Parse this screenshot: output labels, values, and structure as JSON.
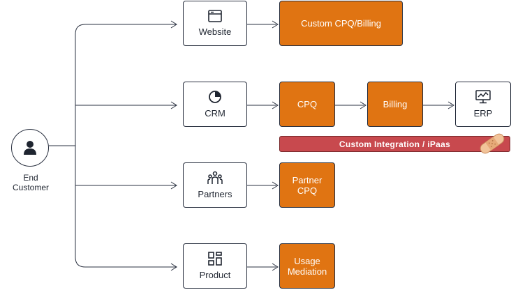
{
  "end_customer": {
    "label": "End\nCustomer",
    "icon": "user-icon"
  },
  "channels": {
    "website": {
      "label": "Website",
      "icon": "browser-window-icon"
    },
    "crm": {
      "label": "CRM",
      "icon": "pie-chart-icon"
    },
    "partners": {
      "label": "Partners",
      "icon": "people-group-icon"
    },
    "product": {
      "label": "Product",
      "icon": "grid-layout-icon"
    }
  },
  "systems": {
    "custom_cpq_billing": "Custom CPQ/Billing",
    "cpq": "CPQ",
    "billing": "Billing",
    "erp": {
      "label": "ERP",
      "icon": "monitor-chart-icon"
    },
    "partner_cpq": "Partner\nCPQ",
    "usage_mediation": "Usage\nMediation"
  },
  "integration_banner": {
    "label": "Custom Integration / iPaas",
    "icon": "bandage-icon"
  },
  "colors": {
    "orange": "#e07412",
    "banner_red": "#c8494e",
    "stroke": "#2a3140"
  }
}
